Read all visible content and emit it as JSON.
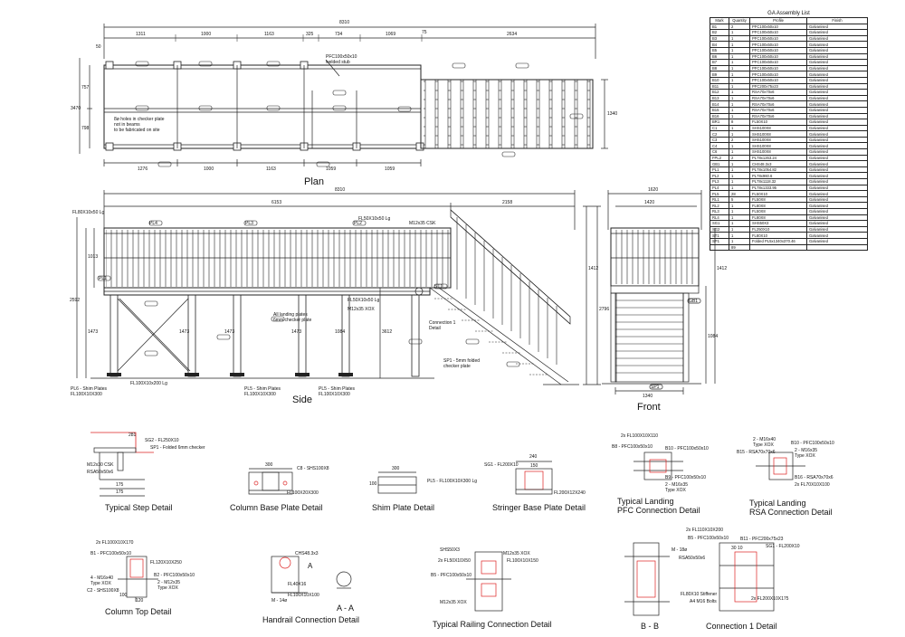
{
  "views": {
    "plan": "Plan",
    "side": "Side",
    "front": "Front",
    "section": "B - B",
    "section_aa": "A - A"
  },
  "details": {
    "typical_step": "Typical Step  Detail",
    "column_base": "Column Base Plate Detail",
    "shim_plate": "Shim Plate Detail",
    "stringer_base": "Stringer Base Plate Detail",
    "landing_pfc": "Typical Landing\nPFC Connection Detail",
    "landing_pfc_1": "Typical Landing",
    "landing_pfc_2": "PFC Connection Detail",
    "landing_rsa_1": "Typical Landing",
    "landing_rsa_2": "RSA Connection Detail",
    "column_top": "Column Top  Detail",
    "handrail": "Handrail Connection Detail",
    "railing": "Typical Railing Connection Detail",
    "connection1": "Connection 1 Detail"
  },
  "plan_dims": {
    "overall": "8310",
    "top": [
      "1311",
      "1000",
      "1163",
      "325",
      "734",
      "1069",
      "2634"
    ],
    "bottom": [
      "1276",
      "1000",
      "1163",
      "1059",
      "1059"
    ],
    "left": [
      "757",
      "798",
      "3470"
    ],
    "right": "1340",
    "edge_top": "75",
    "edge_small": "50"
  },
  "plan_notes": {
    "note1": "8ø holes in checker plate",
    "note1b": "not in beams",
    "note1c": "to be fabricated on site",
    "note2": "PFC100x50x10",
    "note2b": "welded stub"
  },
  "side_dims": {
    "overall": "8310",
    "span1": "6153",
    "span2": "2158",
    "heights": [
      "1013",
      "2592",
      "1473",
      "1473",
      "1473",
      "1473",
      "1084",
      "3612"
    ],
    "right_height": "2796",
    "right_height2": "1412"
  },
  "side_notes": {
    "fl_top": "FL80X10x50 Lg",
    "fl_top2": "FL50X10x50 Lg",
    "m12": "M12x35 CSK",
    "pl_shim1a": "PL6 - Shim Plates",
    "pl_shim1b": "FL100X10X300",
    "pl_shim2a": "PL5 - Shim Plates",
    "pl_shim2b": "FL100X10X300",
    "pl_shim3a": "PL5 - Shim Plates",
    "pl_shim3b": "FL100X10X300",
    "fl_lg": "FL100X10x200 Lg",
    "landing_note": "All landing plates",
    "landing_note2": "6mm checker plate",
    "fl_mid": "FL50X10x50 Lg",
    "m12x35": "M12x35 XOX",
    "conn1": "Connection 1",
    "conn1b": "Detail",
    "sp1": "SP1 - 5mm folded",
    "sp1b": "checker plate"
  },
  "front_dims": {
    "top": "1620",
    "inner": "1420",
    "bottom": "1340",
    "height": "1412",
    "height2": "1084"
  },
  "assembly": {
    "caption": "GA Assembly List",
    "headers": [
      "Mark",
      "Quantity",
      "Profile",
      "Finish"
    ],
    "rows": [
      [
        "B1",
        "2",
        "PFC100x50x10",
        "Galvanised"
      ],
      [
        "B2",
        "1",
        "PFC100x50x10",
        "Galvanised"
      ],
      [
        "B3",
        "1",
        "PFC100x50x10",
        "Galvanised"
      ],
      [
        "B4",
        "1",
        "PFC100x50x10",
        "Galvanised"
      ],
      [
        "B5",
        "1",
        "PFC100x50x10",
        "Galvanised"
      ],
      [
        "B6",
        "1",
        "PFC100x50x10",
        "Galvanised"
      ],
      [
        "B7",
        "1",
        "PFC100x50x10",
        "Galvanised"
      ],
      [
        "B8",
        "1",
        "PFC100x50x10",
        "Galvanised"
      ],
      [
        "B9",
        "1",
        "PFC100x50x10",
        "Galvanised"
      ],
      [
        "B10",
        "1",
        "PFC100x50x10",
        "Galvanised"
      ],
      [
        "B11",
        "1",
        "PFC200x75x23",
        "Galvanised"
      ],
      [
        "B12",
        "1",
        "RSA70x70x6",
        "Galvanised"
      ],
      [
        "B13",
        "1",
        "RSA70x70x6",
        "Galvanised"
      ],
      [
        "B14",
        "1",
        "RSA70x70x6",
        "Galvanised"
      ],
      [
        "B15",
        "1",
        "RSA70x70x6",
        "Galvanised"
      ],
      [
        "B16",
        "1",
        "RSA70x70x6",
        "Galvanised"
      ],
      [
        "BR1",
        "8",
        "FL50X10",
        "Galvanised"
      ],
      [
        "C1",
        "1",
        "SHS100X8",
        "Galvanised"
      ],
      [
        "C2",
        "1",
        "SHS100X8",
        "Galvanised"
      ],
      [
        "C3",
        "2",
        "SHS100X8",
        "Galvanised"
      ],
      [
        "C4",
        "1",
        "SHS100X8",
        "Galvanised"
      ],
      [
        "C6",
        "1",
        "SHS100X8",
        "Galvanised"
      ],
      [
        "FPL2",
        "2",
        "PL78x1263.24",
        "Galvanised"
      ],
      [
        "GB1",
        "1",
        "CHS48.3x3",
        "Galvanised"
      ],
      [
        "PL1",
        "1",
        "PL78x1054.82",
        "Galvanised"
      ],
      [
        "PL2",
        "1",
        "PL78x960.6",
        "Galvanised"
      ],
      [
        "PL3",
        "1",
        "PL78x1118.32",
        "Galvanised"
      ],
      [
        "PL4",
        "1",
        "PL78x1333.95",
        "Galvanised"
      ],
      [
        "PL5",
        "28",
        "FL50X10",
        "Galvanised"
      ],
      [
        "RL1",
        "5",
        "FL50X8",
        "Galvanised"
      ],
      [
        "RL2",
        "1",
        "FL80X8",
        "Galvanised"
      ],
      [
        "RL3",
        "1",
        "FL50X8",
        "Galvanised"
      ],
      [
        "RL4",
        "1",
        "FL80X8",
        "Galvanised"
      ],
      [
        "SG1",
        "1",
        "SHS50X3",
        "Galvanised"
      ],
      [
        "SG2",
        "1",
        "FL250X10",
        "Galvanised"
      ],
      [
        "ST1",
        "1",
        "FL80X10",
        "Galvanised"
      ],
      [
        "SP1",
        "1",
        "Folded PL5x1340x370.46",
        "Galvanised"
      ],
      [
        "",
        "89",
        "",
        ""
      ]
    ]
  },
  "detail_notes": {
    "step_sg2": "SG2 - FL250X10",
    "step_sp1": "SP1 - Folded 6mm checker",
    "step_m12": "M12x30 CSK",
    "step_rsa": "RSA50x50x6",
    "step_281": "281",
    "step_175a": "175",
    "step_175b": "175",
    "col_c8": "C8 - SHS100X8",
    "col_fl": "FL100X20X300",
    "col_300": "300",
    "shim_pl5": "PL5 - FL100X10X300 Lg",
    "shim_300": "300",
    "shim_100": "100",
    "str_sg1": "SG1 - FL200X10",
    "str_fl": "FL200X12X240",
    "str_240": "240",
    "str_150": "150",
    "pfc_fl": "2x FL100X10X110",
    "pfc_b8": "B8 - PFC100x50x10",
    "pfc_b10": "B10 - PFC100x50x10",
    "pfc_b9": "B9 - PFC100x50x10",
    "pfc_m16": "2 - M16x35",
    "pfc_xox": "Type XOX",
    "rsa_m16": "2 - M16x40",
    "rsa_xox": "Type XOX",
    "rsa_b10": "B10 - PFC100x50x10",
    "rsa_m16b": "2 - M16x35",
    "rsa_xox2": "Type XOX",
    "rsa_b15": "B15 - RSA70x70x6",
    "rsa_b16": "B16 - RSA70x70x6",
    "rsa_fl": "2x FL70X10X100",
    "ct_fl": "2x FL100X10X170",
    "ct_b1": "B1 - PFC100x50x10",
    "ct_fl2": "FL120X10X250",
    "ct_b2": "B2 - PFC100x50x10",
    "ct_m16": "4 - M16x40",
    "ct_xox": "Type XOX",
    "ct_m16b": "2 - M12x35",
    "ct_xox2": "Type XOX",
    "ct_c2": "C2 - SHS100X8",
    "ct_120": "120",
    "ct_100": "100",
    "hr_chs": "CHS48.3x3",
    "hr_fl": "FL40X16",
    "hr_fl2": "FL100X10X100",
    "hr_m14": "M - 14ø",
    "hr_a": "A",
    "rl_shs": "SHS50X3",
    "rl_fl": "2x FL50X10X50",
    "rl_m12": "M12x35 XOX",
    "rl_fl2": "FL100X10X150",
    "rl_b5": "B5 - PFC100x50x10",
    "rl_m12b": "M12x35 XOX",
    "c1_fl": "2x FL110X10X200",
    "c1_b11": "B11 - PFC200x75x23",
    "c1_sg1": "SG1 - FL200X10",
    "c1_b5": "B5 - PFC100x50x10",
    "c1_rsa": "RSA50x50x6",
    "c1_fl2": "FL80X10 Stiffener",
    "c1_m16": "A4 M16 Bolts",
    "c1_fl3": "2x FL200X10X175",
    "c1_m18": "M - 18ø",
    "c1_3010": "30 10"
  },
  "callouts": {
    "pl1": "PL1",
    "pl2": "PL2",
    "pl3": "PL3",
    "pl4": "PL4",
    "gb1": "GB1",
    "st1": "ST1",
    "sp1": "SP1"
  }
}
